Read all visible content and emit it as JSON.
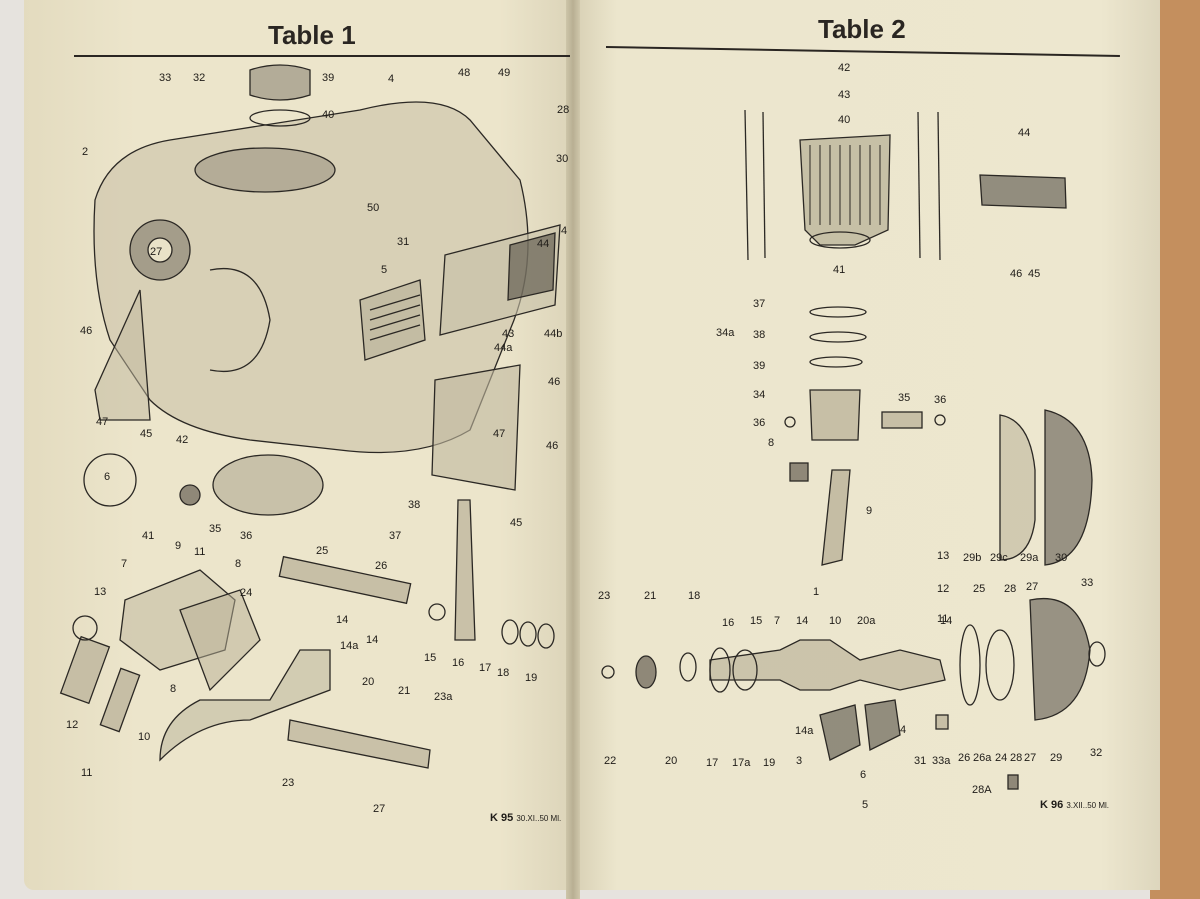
{
  "pages": {
    "left": {
      "title": "Table 1",
      "ref_code": "K 95",
      "ref_date": "30.XI..50 Ml."
    },
    "right": {
      "title": "Table 2",
      "ref_code": "K 96",
      "ref_date": "3.XII..50 Ml."
    }
  },
  "table1_labels": [
    "33",
    "32",
    "39",
    "40",
    "4",
    "48",
    "49",
    "28",
    "2",
    "30",
    "50",
    "31",
    "5",
    "4",
    "44",
    "27",
    "43",
    "44a",
    "44b",
    "46",
    "46",
    "47",
    "47",
    "45",
    "42",
    "6",
    "46",
    "41",
    "35",
    "36",
    "38",
    "37",
    "25",
    "26",
    "45",
    "9",
    "11",
    "7",
    "8",
    "13",
    "24",
    "14",
    "14a",
    "14",
    "12",
    "15",
    "16",
    "17",
    "18",
    "19",
    "8",
    "10",
    "20",
    "11",
    "21",
    "23a",
    "23",
    "27"
  ],
  "table2_labels": [
    "42",
    "43",
    "40",
    "44",
    "41",
    "46",
    "45",
    "37",
    "34a",
    "38",
    "39",
    "34",
    "35",
    "36",
    "36",
    "8",
    "9",
    "13",
    "12",
    "11",
    "29b",
    "29c",
    "29a",
    "30",
    "23",
    "21",
    "18",
    "16",
    "15",
    "7",
    "14",
    "1",
    "10",
    "20a",
    "14",
    "25",
    "28",
    "27",
    "33",
    "22",
    "20",
    "17",
    "17a",
    "19",
    "14a",
    "3",
    "4",
    "31",
    "33a",
    "26",
    "26a",
    "24",
    "28",
    "27",
    "29",
    "32",
    "6",
    "5",
    "28A"
  ]
}
